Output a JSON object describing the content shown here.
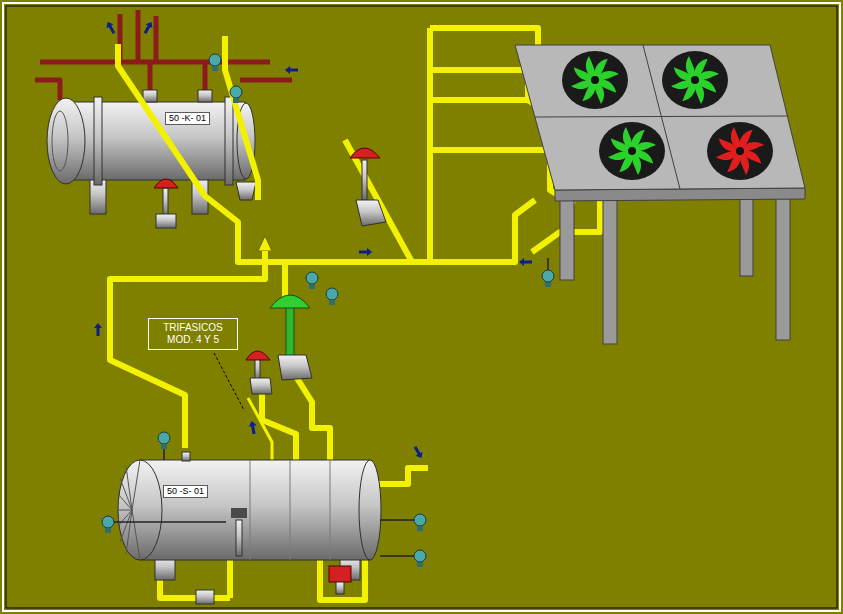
{
  "diagram": {
    "nodes": [
      {
        "text": [
          "50 -K- 01"
        ]
      },
      {
        "text": [
          "TRIFASICOS MOD. 4 Y 5"
        ]
      },
      {
        "text": [
          "50 -S- 01"
        ]
      }
    ],
    "edges": [
      {
        "from": 2,
        "to": 0,
        "arrow": "to"
      }
    ]
  }
}
